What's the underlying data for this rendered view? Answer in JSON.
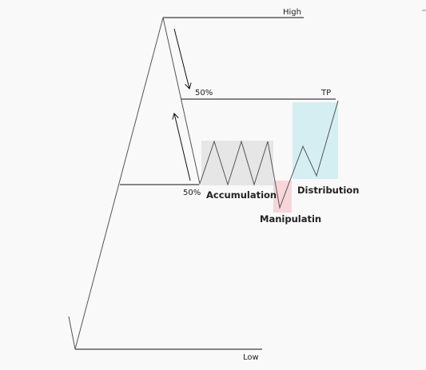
{
  "labels": {
    "high": "High",
    "low": "Low",
    "tp": "TP",
    "fifty_top": "50%",
    "fifty_bottom": "50%",
    "accumulation": "Accumulation",
    "manipulation": "Manipulatin",
    "distribution": "Distribution"
  },
  "colors": {
    "background": "#f9f9f9",
    "line": "#555555",
    "level_line": "#111111",
    "accumulation_zone": "#e6e6e6",
    "manipulation_zone": "#f7d6da",
    "distribution_zone": "#d4eef2"
  }
}
